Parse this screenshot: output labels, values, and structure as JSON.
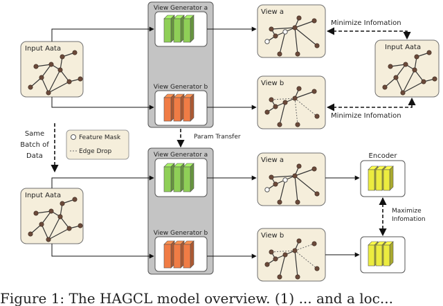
{
  "input_top": "Input Aata",
  "input_bottom": "Input Aata",
  "input_right": "Input Aata",
  "view_generator_a_top": "View Generator a",
  "view_generator_b_top": "View Generator b",
  "view_generator_a_bottom": "View Generator a",
  "view_generator_b_bottom": "View Generator b",
  "view_a_top": "View a",
  "view_b_top": "View b",
  "view_a_bottom": "View a",
  "view_b_bottom": "View b",
  "minimize_info_1": "Minimize Infomation",
  "minimize_info_2": "Minimize Infomation",
  "param_transfer": "Param Transfer",
  "same_batch_lines": [
    "Same",
    "Batch of",
    "Data"
  ],
  "legend_feature_mask": "Feature Mask",
  "legend_edge_drop": "Edge Drop",
  "encoder": "Encoder",
  "maximize_info_lines": [
    "Maximize",
    "Infomation"
  ],
  "caption": "Figure 1:  The HAGCL model overview. (1) ... and a loc...",
  "colors": {
    "panel_fill": "#f5eedb",
    "generator_fill": "#c4c4c4",
    "green_block": "#8fcf57",
    "orange_block": "#f07c45",
    "yellow_block": "#ecec3f"
  }
}
